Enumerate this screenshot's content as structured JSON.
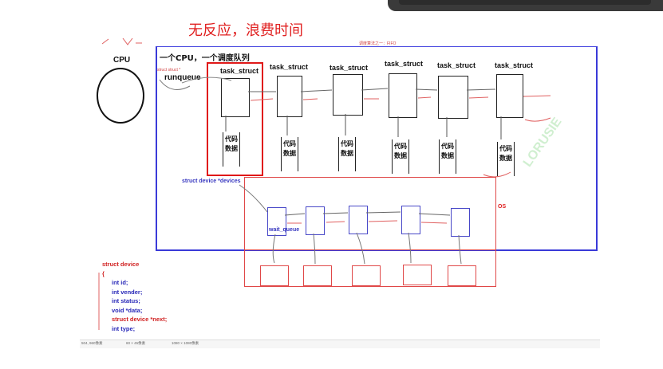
{
  "title": "无反应，浪费时间",
  "top_note": "调度算法之一：FIFO",
  "heading": "一个CPU，一个调度队列",
  "cpu_label": "CPU",
  "runqueue_annotation": "struct struct *",
  "runqueue_label": "runqueue",
  "task_struct_label": "task_struct",
  "code_data_line1": "代码",
  "code_data_line2": "数据",
  "devices_label": "struct device *devices",
  "os_label": "OS",
  "wait_queue_label": "wait_queue",
  "code_listing": {
    "line1": "struct device",
    "line2": "{",
    "fields": [
      "int id;",
      "int vender;",
      "int status;",
      "void *data;",
      "struct device *next;",
      "int type;"
    ]
  },
  "status_bar": {
    "item1": "504, 960像素",
    "item2": "60 × 45像素",
    "item3": "1080 × 1080像素"
  },
  "watermark": "LORUSIE",
  "colors": {
    "title_red": "#e02020",
    "frame_blue": "#3a3ad8",
    "highlight_red": "#e01818",
    "os_red": "#e04848",
    "queue_blue": "#4848c8",
    "code_blue": "#2828b8"
  }
}
